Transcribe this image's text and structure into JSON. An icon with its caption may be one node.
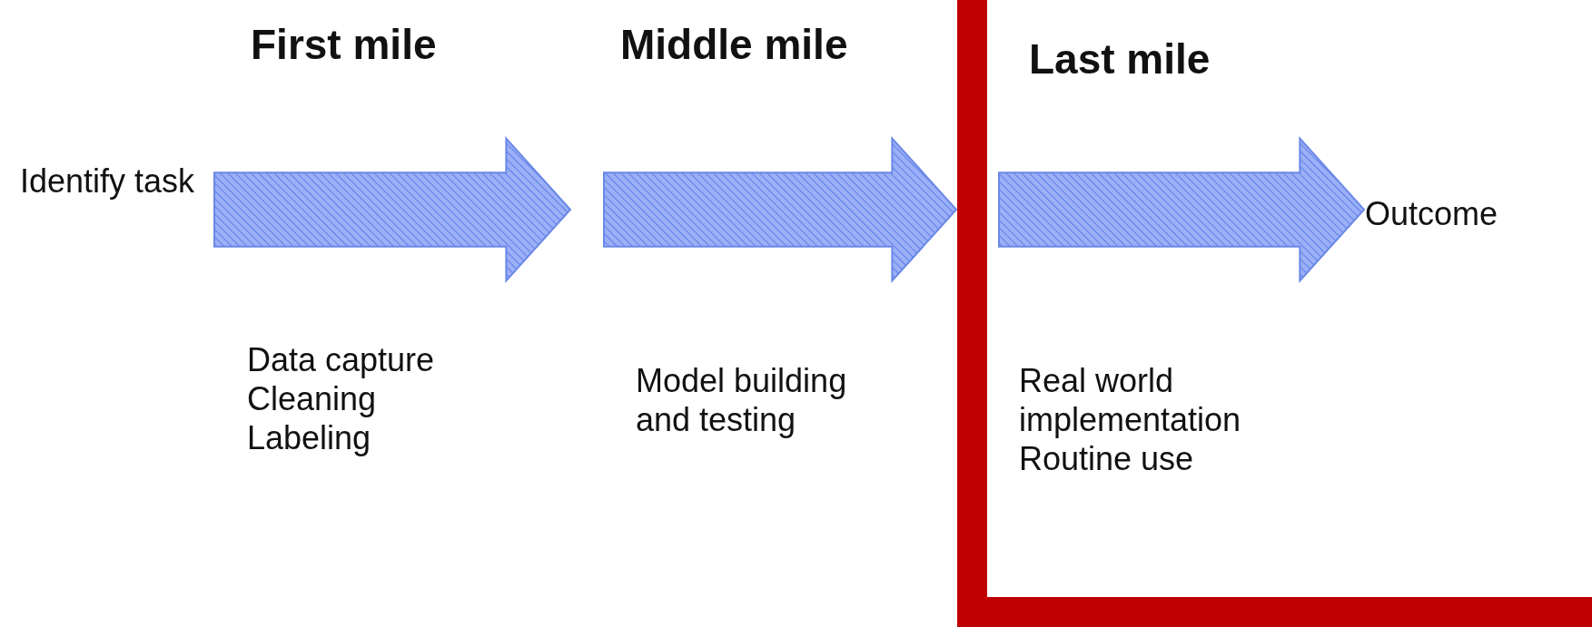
{
  "diagram": {
    "nodes": [
      {
        "text": [
          "Identify task"
        ]
      },
      {
        "text": [
          "Last mile",
          "Real world implementation Routine use"
        ]
      },
      {
        "text": [
          "Outcome"
        ],
        "in": 1
      }
    ],
    "edges": [
      {
        "from": 0,
        "to": null,
        "arrow": "to",
        "style": "thick"
      },
      {
        "from": null,
        "to": 1,
        "arrow": "to",
        "style": "thick"
      },
      {
        "from": null,
        "to": 2,
        "arrow": "to",
        "style": "thick"
      }
    ],
    "labels": [
      "First mile",
      "Middle mile",
      "Data capture Cleaning Labeling",
      "Model building and testing"
    ]
  }
}
